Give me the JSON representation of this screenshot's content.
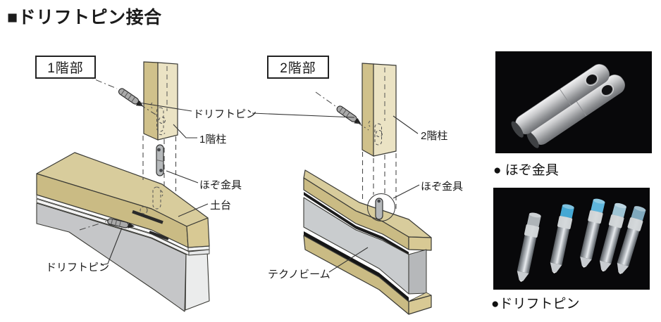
{
  "title": "■ドリフトピン接合",
  "diagram1": {
    "box_label": "1階部",
    "pin_label_top": "ドリフトピン",
    "post_label": "1階柱",
    "tenon_label": "ほぞ金具",
    "sill_label": "土台",
    "pin_label_bottom": "ドリフトピン"
  },
  "diagram2": {
    "box_label": "2階部",
    "post_label": "2階柱",
    "tenon_label": "ほぞ金具",
    "beam_label": "テクノビーム"
  },
  "photos": {
    "tenon_caption": "● ほぞ金具",
    "pin_caption": "●ドリフトピン"
  },
  "colors": {
    "wood_top": "#d8cc9c",
    "wood_front": "#cabb84",
    "wood_end": "#d8c994",
    "post_front": "#ebe3c4",
    "post_side": "#d0c18b",
    "concrete": "#c5c6c8",
    "concrete_end": "#ebecec",
    "steel_web": "#c9ccce",
    "metal_fitting": "#b5b8ba",
    "photo_background": "#08080a",
    "pin_blue": "#45a8d4"
  }
}
